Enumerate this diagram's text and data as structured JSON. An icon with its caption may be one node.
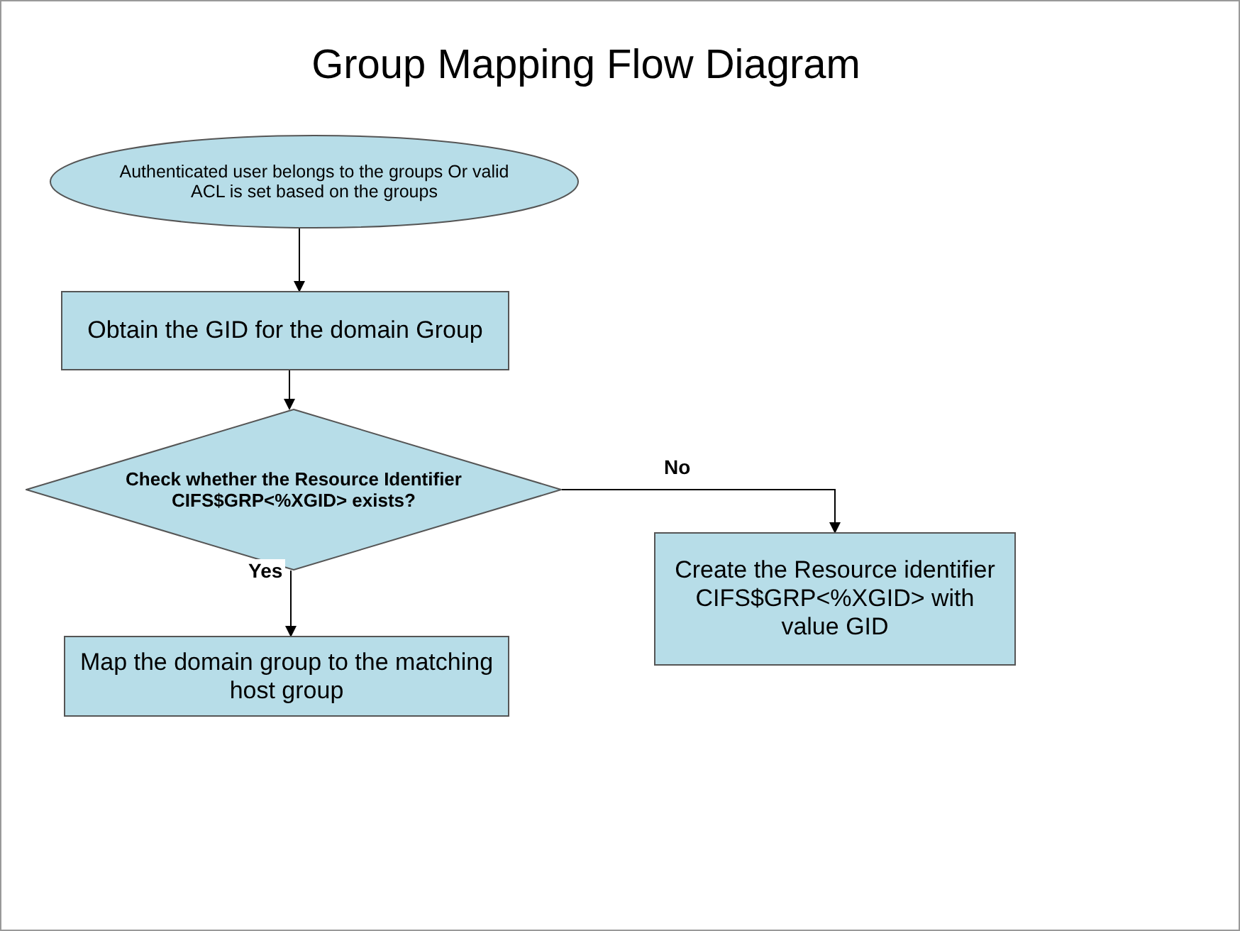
{
  "diagram": {
    "title": "Group Mapping Flow Diagram",
    "nodes": [
      {
        "text": [
          "Authenticated user belongs to the groups Or valid ACL is set based on the groups"
        ]
      },
      {
        "text": [
          "Obtain the GID for the domain Group"
        ]
      },
      {
        "text": [
          "Check whether the Resource Identifier CIFS$GRP<%XGID> exists?"
        ]
      },
      {
        "text": [
          "Create the Resource identifier CIFS$GRP<%XGID> with value GID"
        ]
      },
      {
        "text": [
          "Map the domain group to the matching host group"
        ]
      }
    ],
    "edges": [
      {
        "from": 0,
        "to": 1,
        "arrow": "to"
      },
      {
        "from": 1,
        "to": 2,
        "arrow": "to"
      },
      {
        "from": 2,
        "to": 3,
        "arrow": "to",
        "label": "No"
      },
      {
        "from": 2,
        "to": 4,
        "arrow": "to",
        "label": "Yes"
      }
    ]
  }
}
